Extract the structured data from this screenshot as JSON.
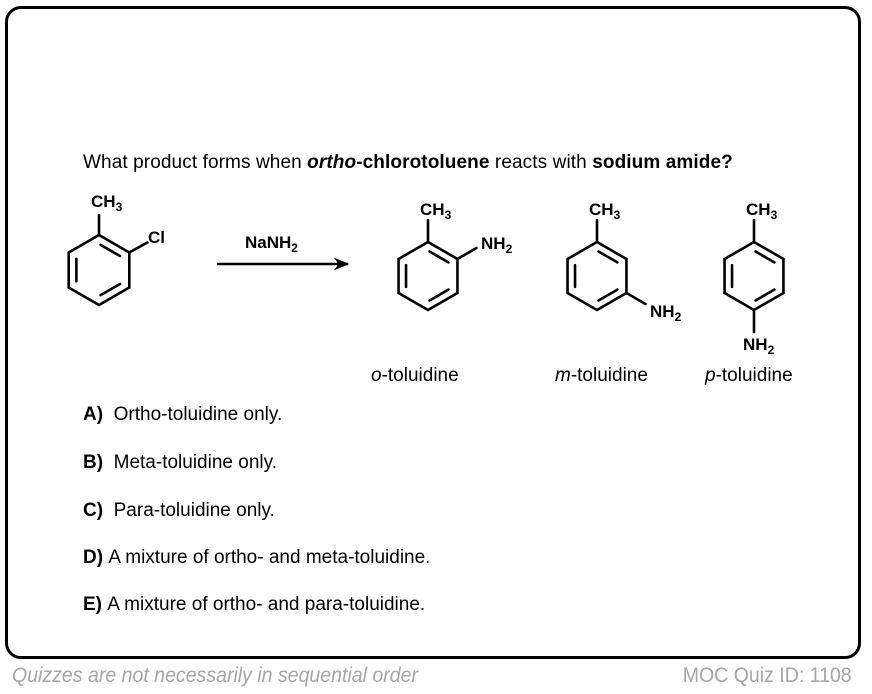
{
  "question": {
    "prefix": "What product forms when ",
    "emph_italic": "ortho",
    "emph_bold": "-chlorotoluene",
    "middle": " reacts with ",
    "reagent_name": "sodium amide?"
  },
  "scheme": {
    "starting_material": {
      "name": "ortho-chlorotoluene",
      "substituents": {
        "top": "CH",
        "top_sub": "3",
        "side": "Cl"
      }
    },
    "reagent": {
      "text": "NaNH",
      "sub": "2"
    },
    "arrow_icon": "reaction-arrow",
    "products": [
      {
        "id": "o-toluidine",
        "top": "CH",
        "top_sub": "3",
        "amine": "NH",
        "amine_sub": "2",
        "label_prefix": "o",
        "label_suffix": "-toluidine"
      },
      {
        "id": "m-toluidine",
        "top": "CH",
        "top_sub": "3",
        "amine": "NH",
        "amine_sub": "2",
        "label_prefix": "m",
        "label_suffix": "-toluidine"
      },
      {
        "id": "p-toluidine",
        "top": "CH",
        "top_sub": "3",
        "amine": "NH",
        "amine_sub": "2",
        "label_prefix": "p",
        "label_suffix": "-toluidine"
      }
    ]
  },
  "options": [
    {
      "letter": "A)",
      "text": "Ortho-toluidine only."
    },
    {
      "letter": "B)",
      "text": "Meta-toluidine only."
    },
    {
      "letter": "C)",
      "text": "Para-toluidine only."
    },
    {
      "letter": "D)",
      "text": "A mixture of ortho- and meta-toluidine."
    },
    {
      "letter": "E)",
      "text": "A mixture of ortho- and para-toluidine."
    }
  ],
  "footer": {
    "note": "Quizzes are not necessarily in sequential order",
    "quiz_id": "MOC Quiz ID: 1108"
  },
  "colors": {
    "border": "#000000",
    "text": "#000000",
    "footer_text": "#a6a6a6",
    "background": "#ffffff"
  }
}
